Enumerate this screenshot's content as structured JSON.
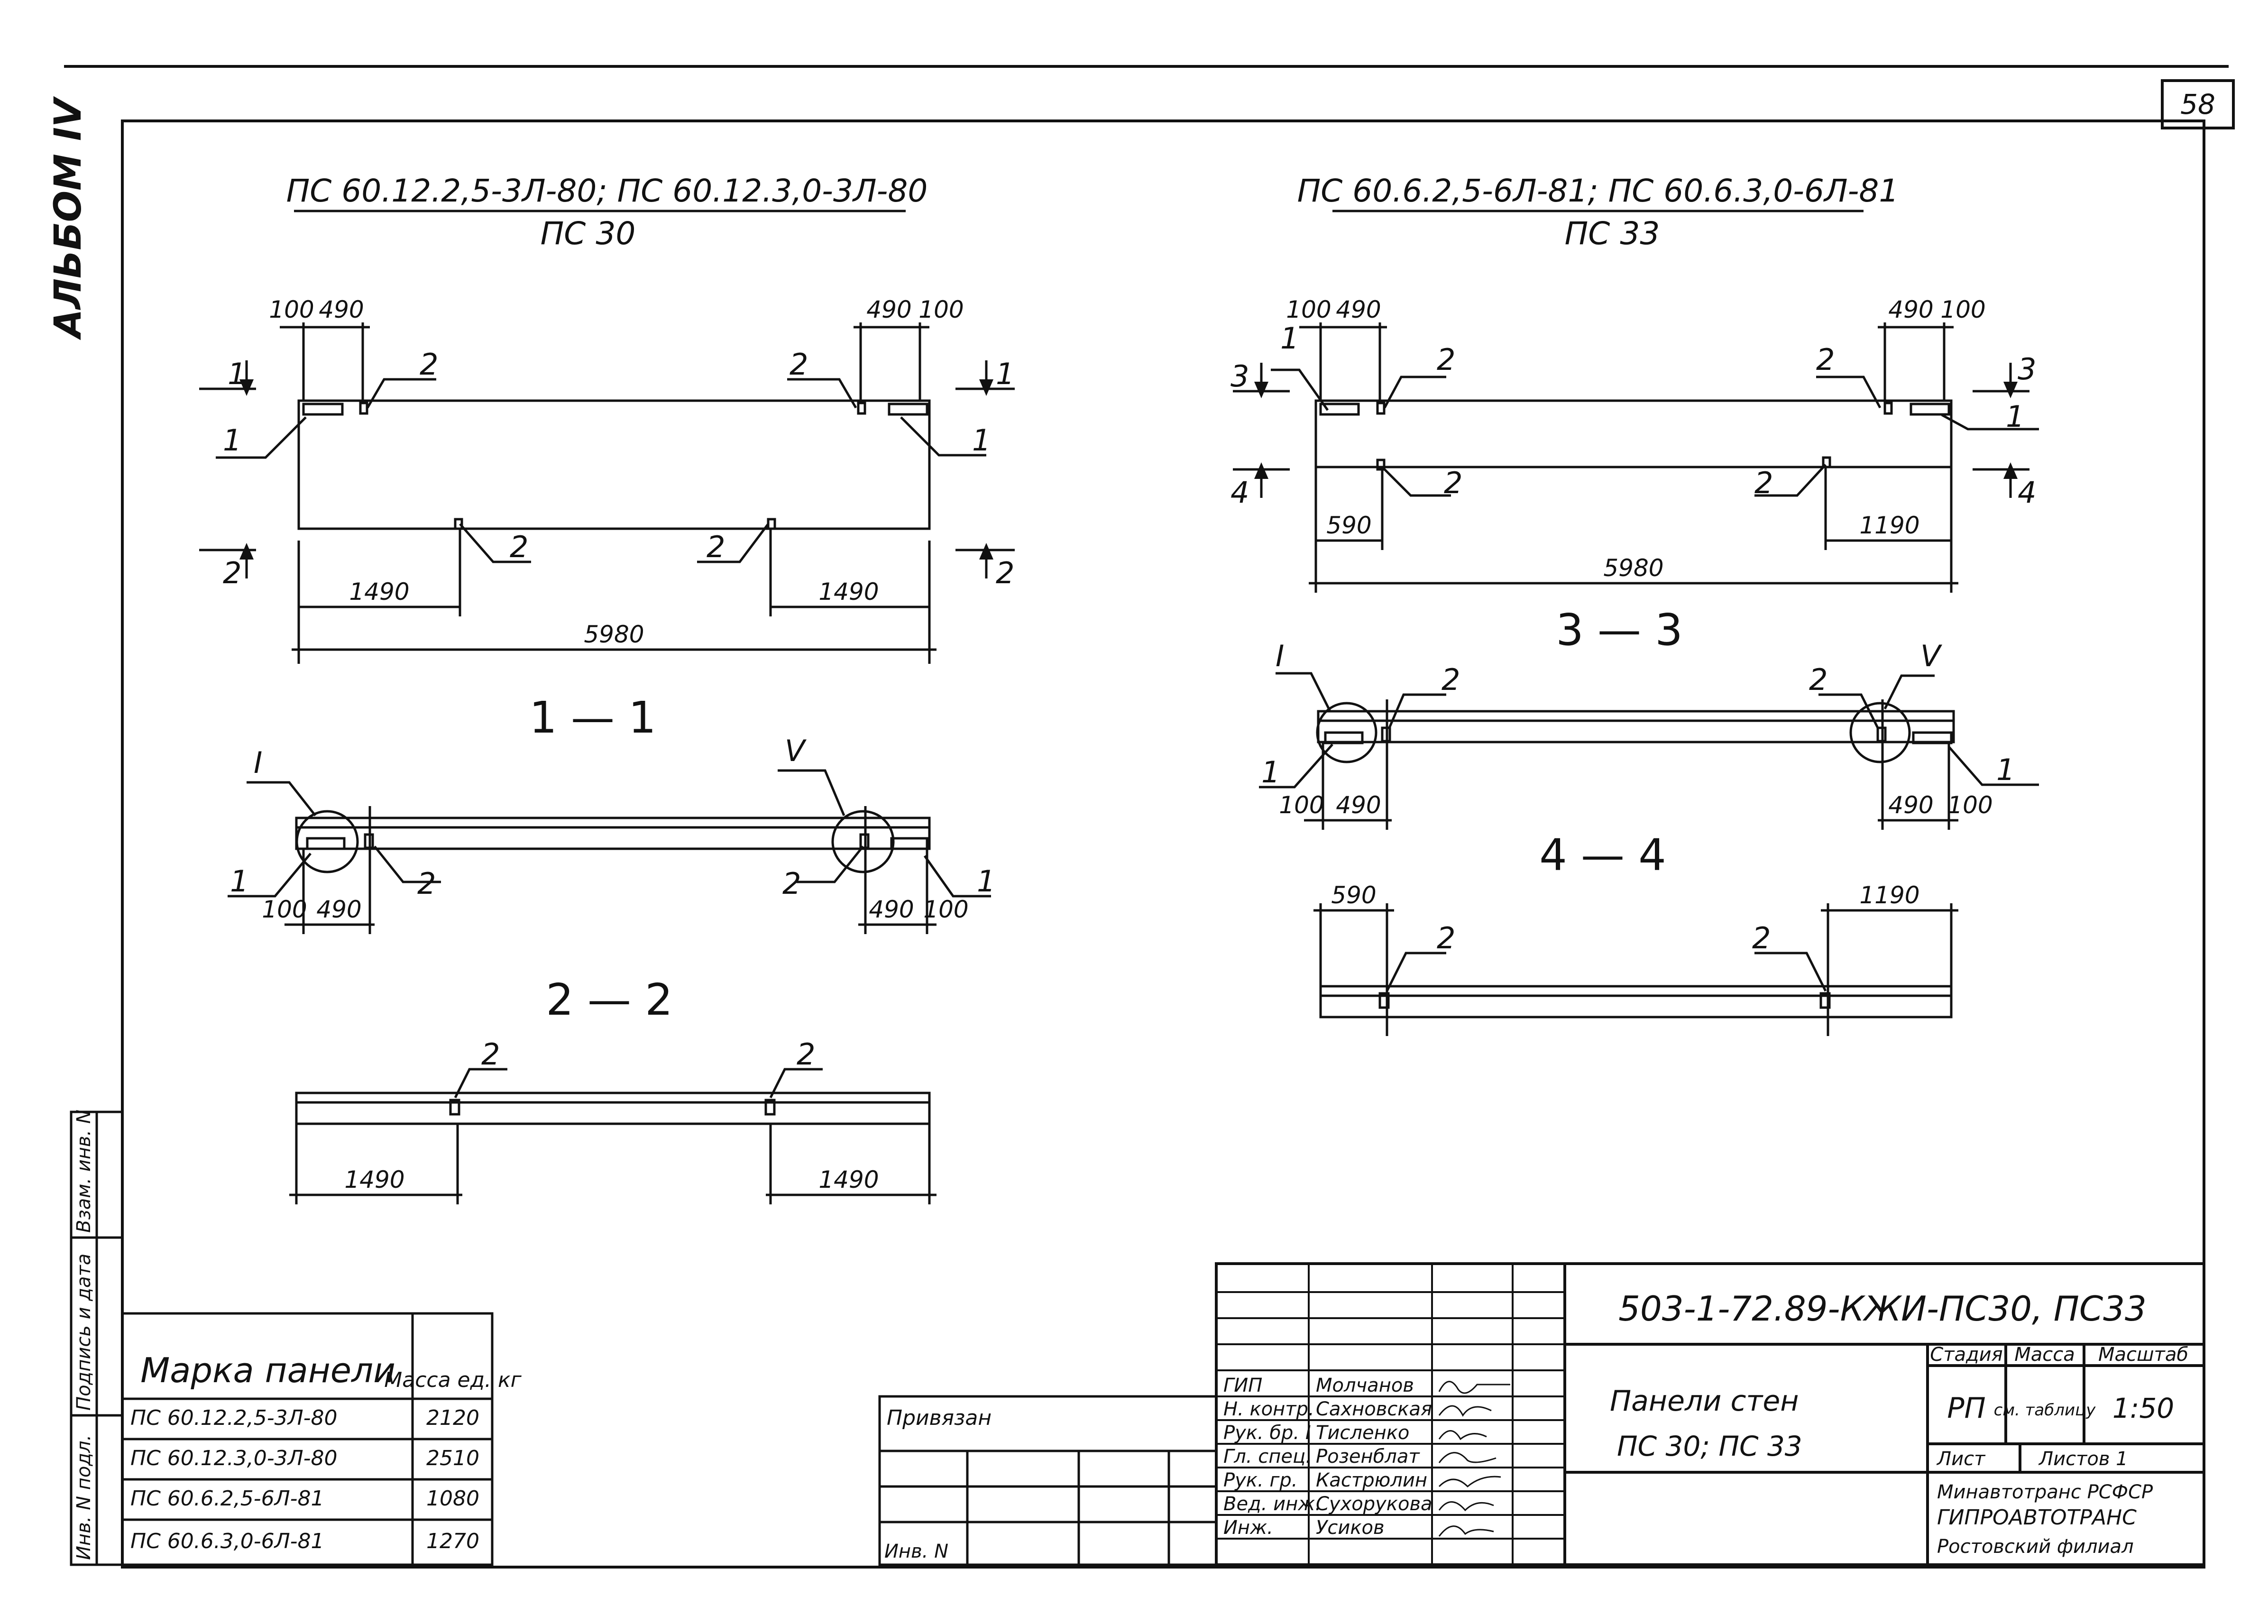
{
  "sheet_number": "58",
  "album_label": "АЛЬБОМ IV",
  "left_drawing": {
    "title": "ПС 60.12.2,5-3Л-80; ПС 60.12.3,0-3Л-80",
    "subtitle": "ПС 30",
    "dims": {
      "d100": "100",
      "d490": "490",
      "d1490": "1490",
      "d5980": "5980"
    },
    "section_markers": {
      "m1": "1",
      "m2": "2"
    },
    "callouts": {
      "c1": "1",
      "c2": "2",
      "nodeI": "I",
      "nodeV": "V"
    },
    "section_1_1": "1 — 1",
    "section_2_2": "2 — 2"
  },
  "right_drawing": {
    "title": "ПС 60.6.2,5-6Л-81; ПС 60.6.3,0-6Л-81",
    "subtitle": "ПС 33",
    "dims": {
      "d100": "100",
      "d490": "490",
      "d590": "590",
      "d1190": "1190",
      "d5980": "5980"
    },
    "section_markers": {
      "m3": "3",
      "m4": "4"
    },
    "callouts": {
      "c1": "1",
      "c2": "2",
      "nodeI": "I",
      "nodeV": "V"
    },
    "section_3_3": "3 — 3",
    "section_4_4": "4 — 4"
  },
  "side_stamp": {
    "inv_podl": "Инв. N подл.",
    "podpis": "Подпись и дата",
    "vzam": "Взам. инв. N"
  },
  "mass_table": {
    "header_mark": "Марка панели",
    "header_mass": "Масса ед. кг",
    "rows": [
      {
        "mark": "ПС 60.12.2,5-3Л-80",
        "mass": "2120"
      },
      {
        "mark": "ПС 60.12.3,0-3Л-80",
        "mass": "2510"
      },
      {
        "mark": "ПС 60.6.2,5-6Л-81",
        "mass": "1080"
      },
      {
        "mark": "ПС 60.6.3,0-6Л-81",
        "mass": "1270"
      }
    ]
  },
  "binding_block": {
    "privyazan": "Привязан",
    "inv": "Инв. N"
  },
  "title_block": {
    "code": "503-1-72.89-КЖИ-ПС30, ПС33",
    "name_line1": "Панели стен",
    "name_line2": "ПС 30; ПС 33",
    "stage_header": "Стадия",
    "mass_header": "Масса",
    "scale_header": "Масштаб",
    "stage": "РП",
    "mass_value": "см. таблицу",
    "scale": "1:50",
    "sheet_label": "Лист",
    "sheets_label": "Листов 1",
    "org_line1": "Минавтотранс РСФСР",
    "org_line2": "ГИПРОАВТОТРАНС",
    "org_line3": "Ростовский филиал",
    "staff": [
      {
        "role": "ГИП",
        "name": "Молчанов"
      },
      {
        "role": "Н. контр.",
        "name": "Сахновская"
      },
      {
        "role": "Рук. бр. I",
        "name": "Тисленко"
      },
      {
        "role": "Гл. спец.",
        "name": "Розенблат"
      },
      {
        "role": "Рук. гр.",
        "name": "Кастрюлин"
      },
      {
        "role": "Вед. инж.",
        "name": "Сухорукова"
      },
      {
        "role": "Инж.",
        "name": "Усиков"
      }
    ]
  }
}
